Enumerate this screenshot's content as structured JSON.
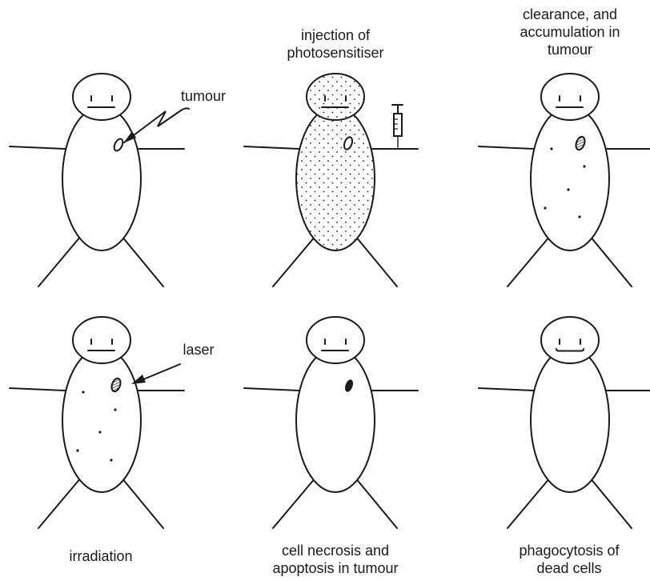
{
  "panels": [
    {
      "id": "p1",
      "top_label": [],
      "bottom_label": [],
      "callout": "tumour"
    },
    {
      "id": "p2",
      "top_label": [
        "injection of",
        "photosensitiser"
      ],
      "bottom_label": [],
      "callout": ""
    },
    {
      "id": "p3",
      "top_label": [
        "clearance, and",
        "accumulation in",
        "tumour"
      ],
      "bottom_label": [],
      "callout": ""
    },
    {
      "id": "p4",
      "top_label": [],
      "bottom_label": [
        "irradiation"
      ],
      "callout": "laser"
    },
    {
      "id": "p5",
      "top_label": [],
      "bottom_label": [
        "cell necrosis and",
        "apoptosis in tumour"
      ],
      "callout": ""
    },
    {
      "id": "p6",
      "top_label": [],
      "bottom_label": [
        "phagocytosis of",
        "dead cells"
      ],
      "callout": ""
    }
  ],
  "colors": {
    "ink": "#1a1a1a",
    "background": "#ffffff"
  }
}
